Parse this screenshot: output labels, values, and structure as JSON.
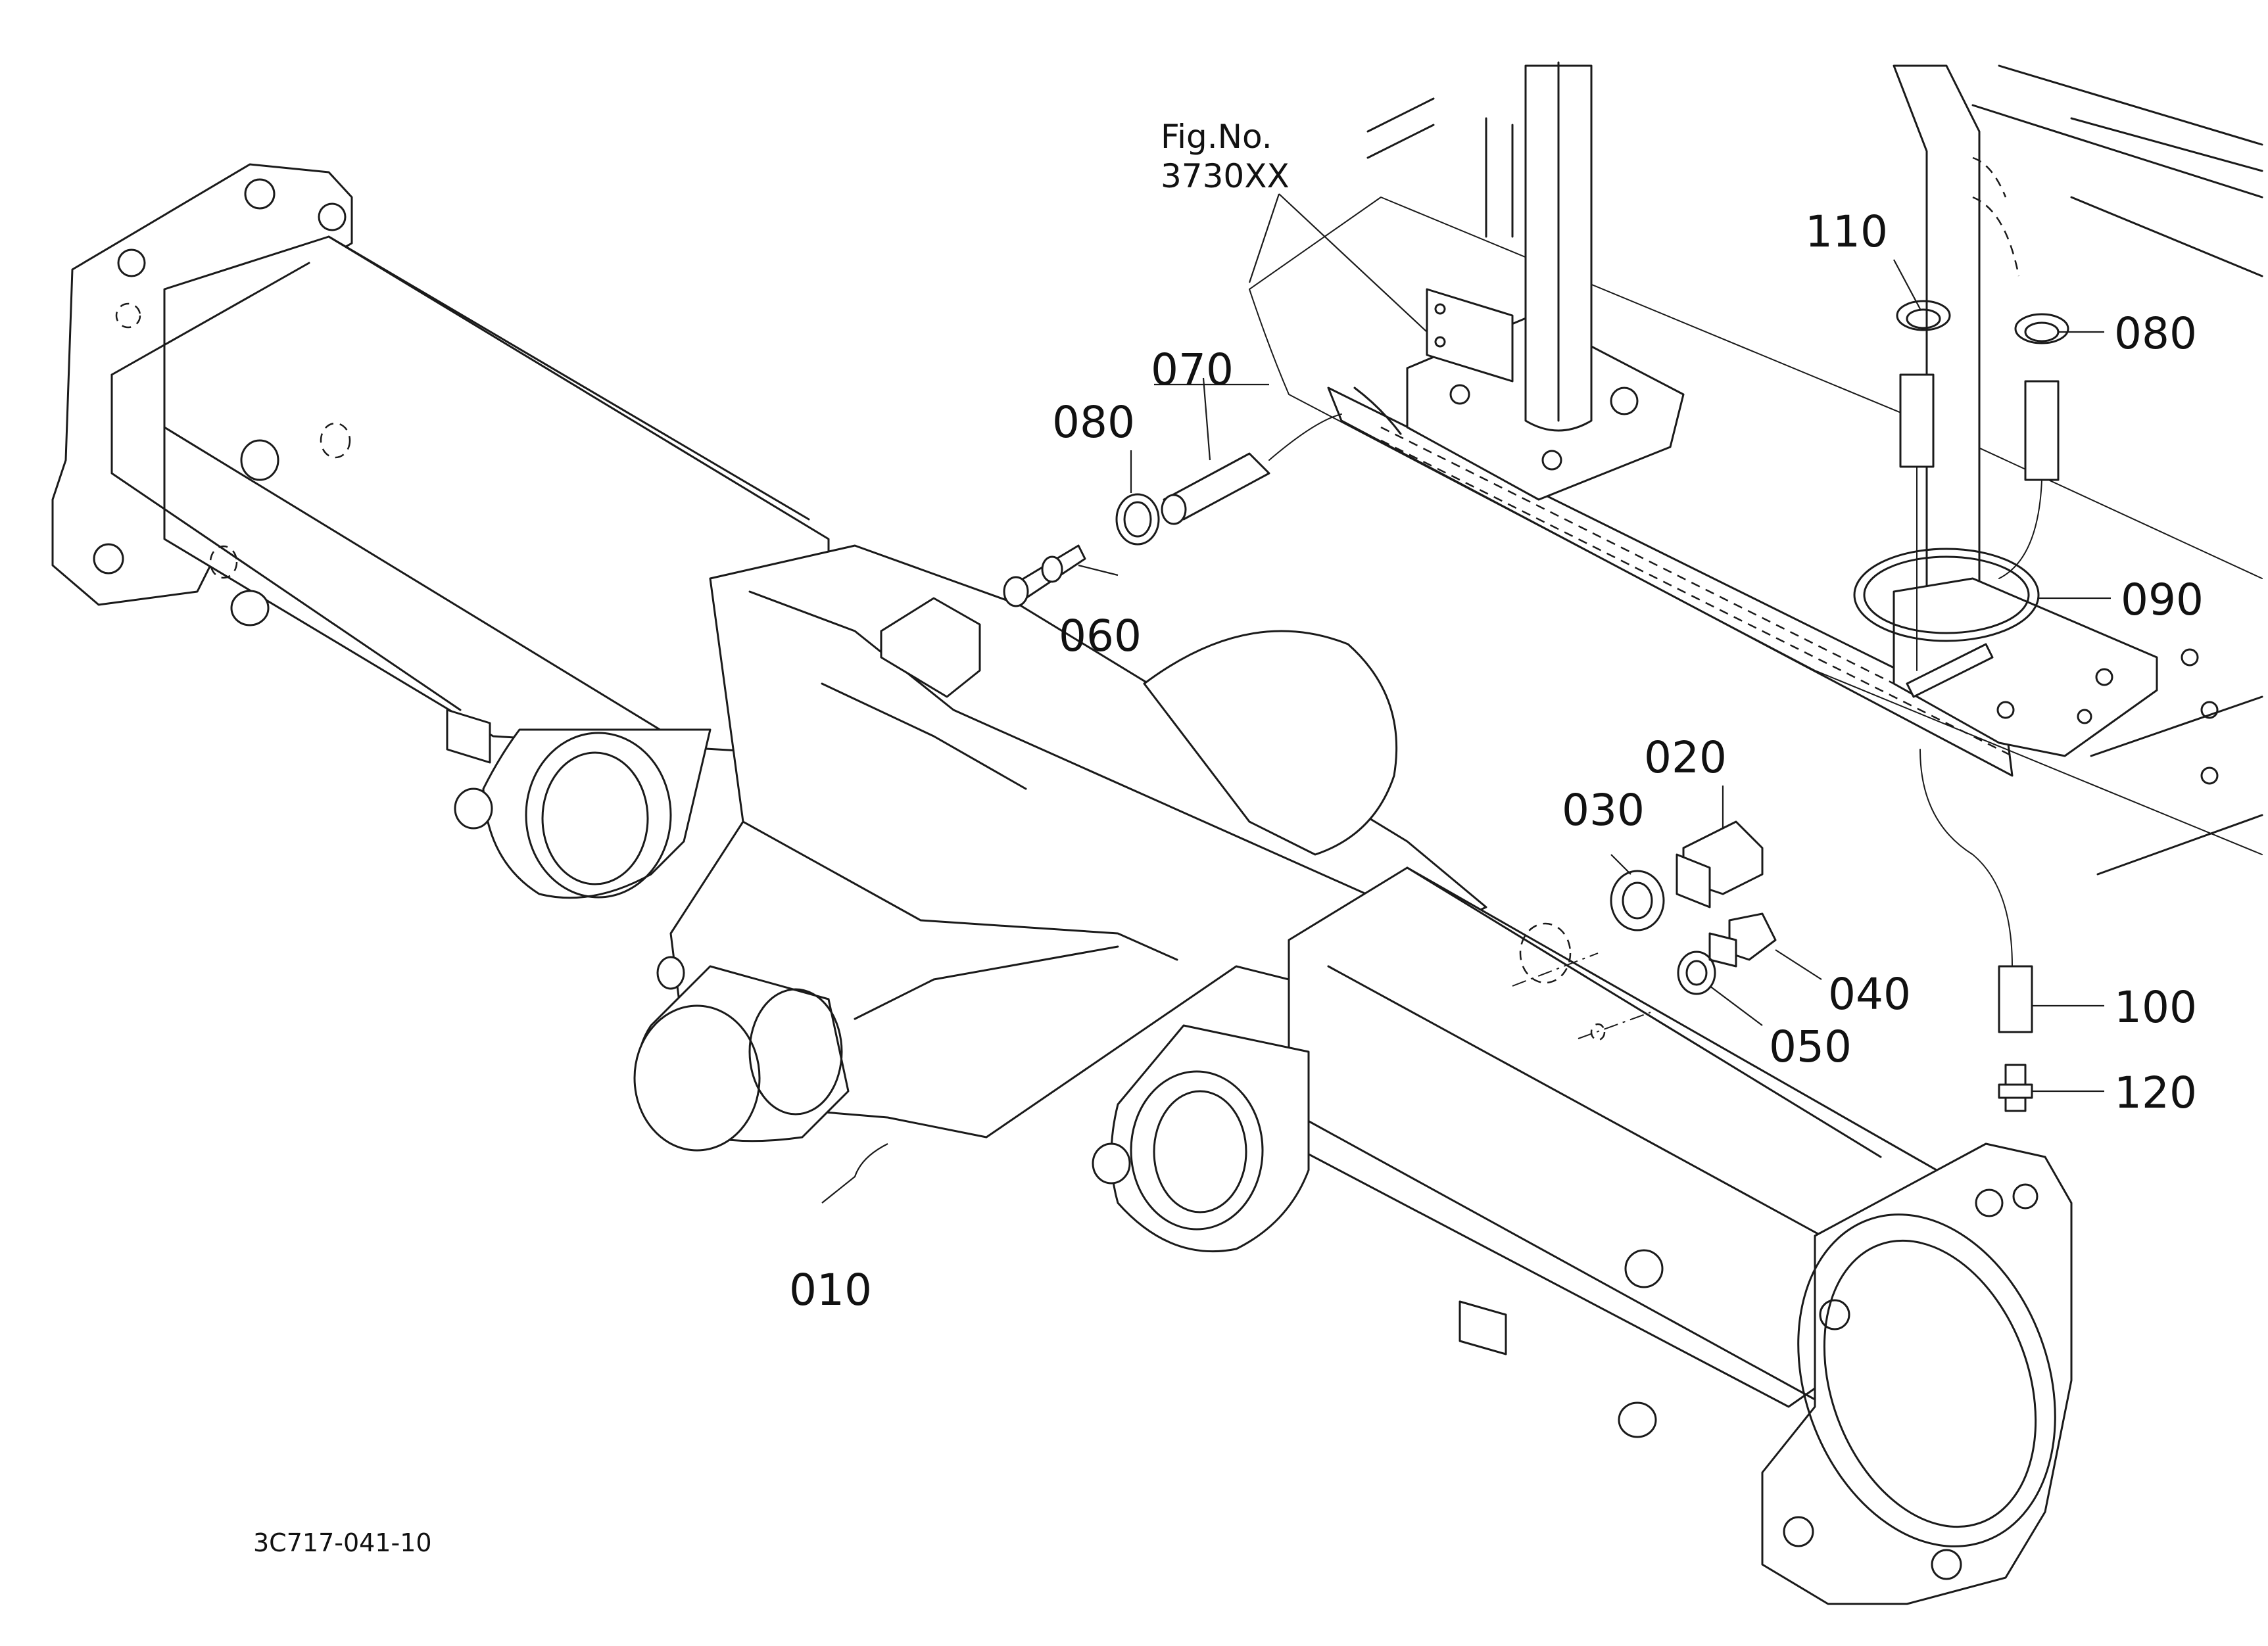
{
  "figure_ref": {
    "line1": "Fig.No.",
    "line2": "3730XX"
  },
  "drawing_code": "3C717-041-10",
  "parts": [
    {
      "id": "p010",
      "label": "010"
    },
    {
      "id": "p020",
      "label": "020"
    },
    {
      "id": "p030",
      "label": "030"
    },
    {
      "id": "p040",
      "label": "040"
    },
    {
      "id": "p050",
      "label": "050"
    },
    {
      "id": "p060",
      "label": "060"
    },
    {
      "id": "p070",
      "label": "070"
    },
    {
      "id": "p080a",
      "label": "080"
    },
    {
      "id": "p080b",
      "label": "080"
    },
    {
      "id": "p090",
      "label": "090"
    },
    {
      "id": "p100",
      "label": "100"
    },
    {
      "id": "p110",
      "label": "110"
    },
    {
      "id": "p120",
      "label": "120"
    }
  ]
}
